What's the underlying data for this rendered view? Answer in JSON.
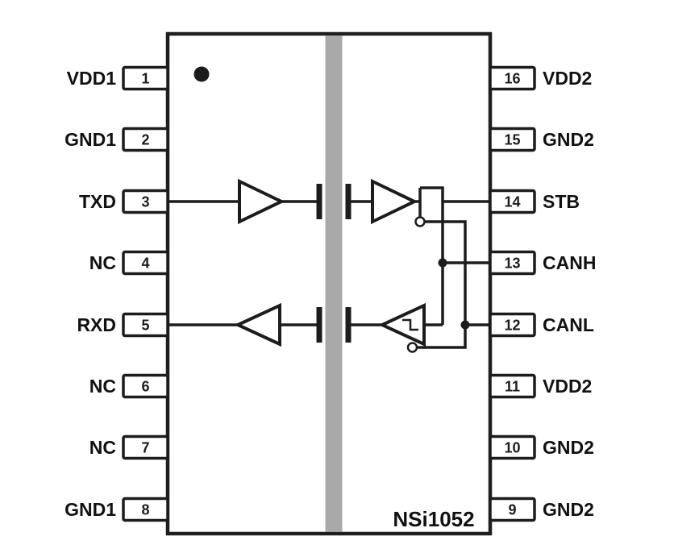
{
  "chip": {
    "name": "NSi1052"
  },
  "pins": {
    "left": [
      {
        "number": "1",
        "label": "VDD1"
      },
      {
        "number": "2",
        "label": "GND1"
      },
      {
        "number": "3",
        "label": "TXD"
      },
      {
        "number": "4",
        "label": "NC"
      },
      {
        "number": "5",
        "label": "RXD"
      },
      {
        "number": "6",
        "label": "NC"
      },
      {
        "number": "7",
        "label": "NC"
      },
      {
        "number": "8",
        "label": "GND1"
      }
    ],
    "right": [
      {
        "number": "16",
        "label": "VDD2"
      },
      {
        "number": "15",
        "label": "GND2"
      },
      {
        "number": "14",
        "label": "STB"
      },
      {
        "number": "13",
        "label": "CANH"
      },
      {
        "number": "12",
        "label": "CANL"
      },
      {
        "number": "11",
        "label": "VDD2"
      },
      {
        "number": "10",
        "label": "GND2"
      },
      {
        "number": "9",
        "label": "GND2"
      }
    ]
  },
  "colors": {
    "line": "#1c1c1c",
    "barrier": "#a9a9a9",
    "background": "#ffffff"
  },
  "icons": {
    "pin1_marker": "filled-dot",
    "tx_buffer": "triangle-right-buffer",
    "tx_driver": "triangle-right-buffer-with-inverting-bubble",
    "rx_buffer": "triangle-left-buffer",
    "rx_schmitt": "triangle-left-schmitt-trigger",
    "coupling": "capacitive-isolation-bars"
  }
}
